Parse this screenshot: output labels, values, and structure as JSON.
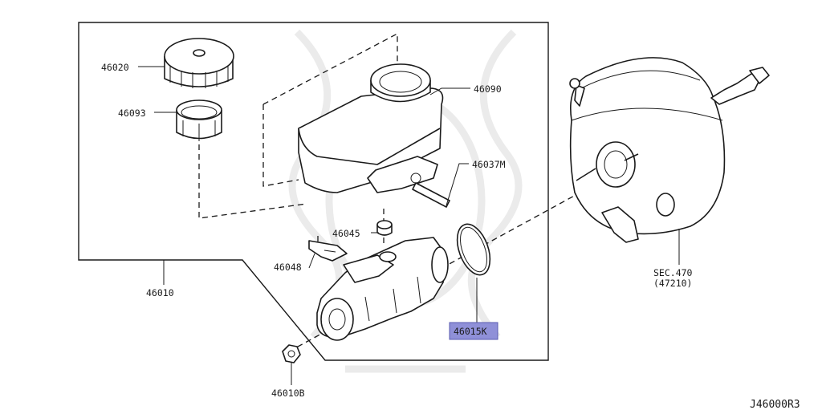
{
  "diagram_code": "J46000R3",
  "parts": {
    "cap": "46020",
    "strainer": "46093",
    "reservoir": "46090",
    "pipe": "46037M",
    "grommet": "46045",
    "clip": "46048",
    "master_cylinder": "46010",
    "o_ring": "46015K",
    "nut": "46010B"
  },
  "section_ref": {
    "line1": "SEC.470",
    "line2": "(47210)"
  },
  "highlight_color": "#8f90d8"
}
